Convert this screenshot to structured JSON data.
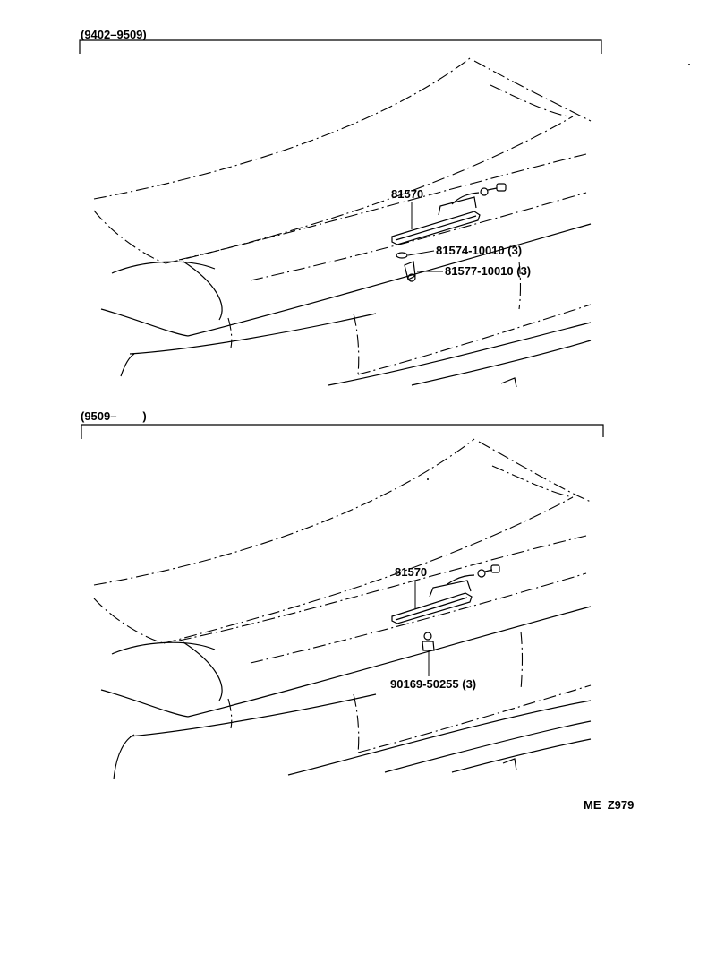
{
  "sections": [
    {
      "period_label": "(9402–9509)",
      "callouts": [
        {
          "part_number": "81570"
        },
        {
          "part_number": "81574-10010 (3)"
        },
        {
          "part_number": "81577-10010 (3)"
        }
      ]
    },
    {
      "period_label": "(9509–        )",
      "callouts": [
        {
          "part_number": "81570"
        },
        {
          "part_number": "90169-50255 (3)"
        }
      ]
    }
  ],
  "footer_code": "ME  Z979"
}
